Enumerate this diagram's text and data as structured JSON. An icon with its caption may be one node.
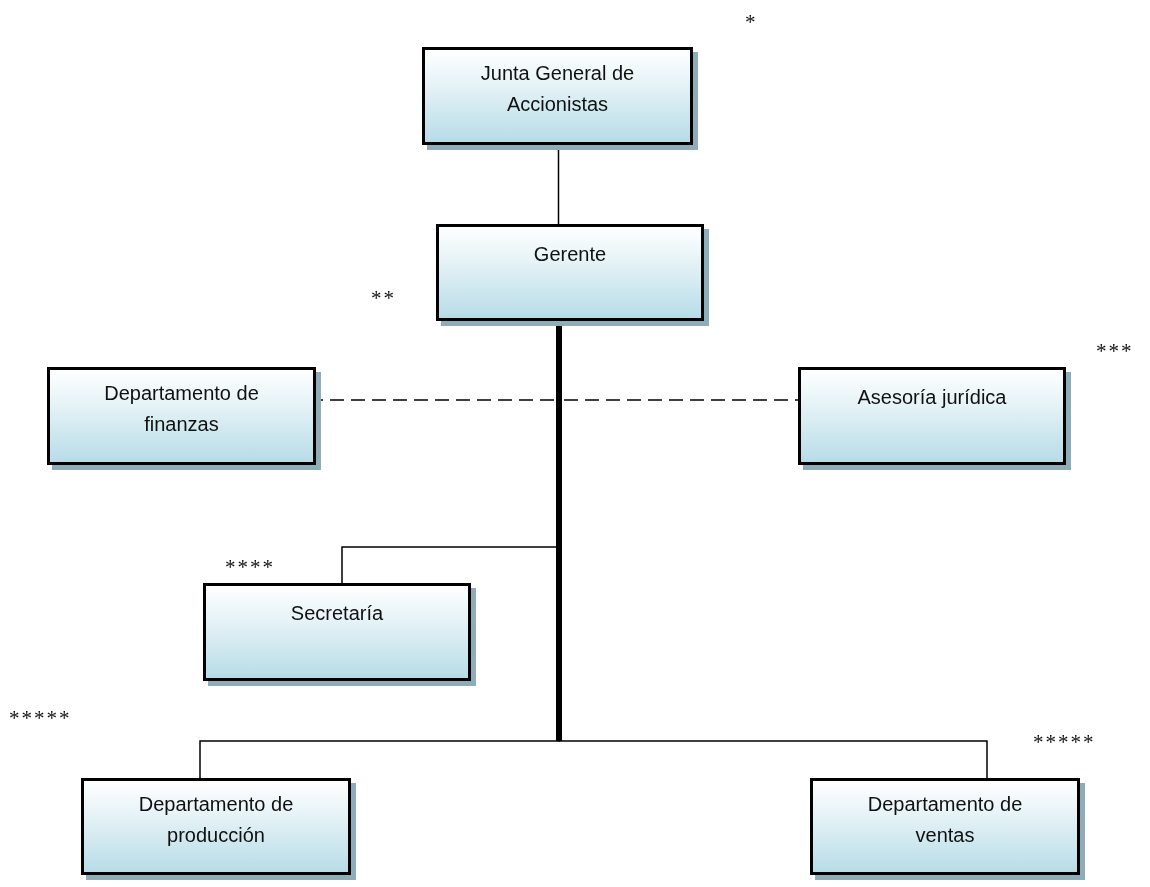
{
  "diagram": {
    "nodes": [
      {
        "text": [
          "Junta General de Accionistas"
        ],
        "beside": [
          "*"
        ]
      },
      {
        "text": [
          "Gerente"
        ],
        "beside": [
          "**"
        ]
      },
      {
        "text": [
          "Departamento de finanzas"
        ]
      },
      {
        "text": [
          "Asesoría jurídica"
        ],
        "beside": [
          "***"
        ]
      },
      {
        "text": [
          "Secretaría"
        ],
        "beside": [
          "****"
        ]
      },
      {
        "text": [
          "Departamento de producción"
        ]
      },
      {
        "text": [
          "Departamento de ventas"
        ],
        "beside": [
          "*****"
        ]
      }
    ],
    "edges": [
      {
        "from": 0,
        "to": 1,
        "arrow": "none"
      },
      {
        "from": 1,
        "to": 2,
        "arrow": "none",
        "style": "dashed"
      },
      {
        "from": 1,
        "to": 3,
        "arrow": "none",
        "style": "dashed"
      },
      {
        "from": 1,
        "to": 4,
        "arrow": "none"
      },
      {
        "from": 1,
        "to": 5,
        "arrow": "none"
      },
      {
        "from": 1,
        "to": 6,
        "arrow": "none"
      }
    ],
    "labels": [
      "*****"
    ]
  }
}
